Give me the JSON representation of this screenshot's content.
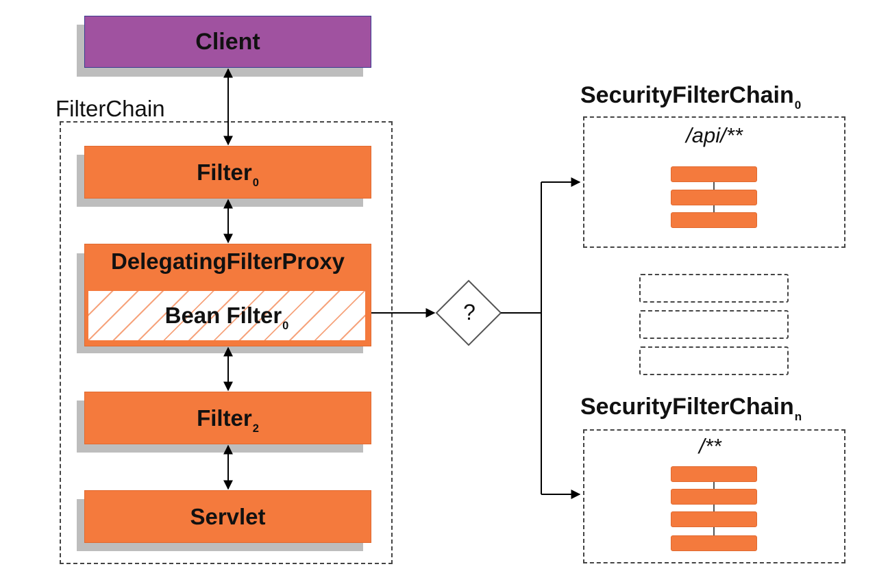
{
  "client": {
    "label": "Client"
  },
  "filter_chain": {
    "label": "FilterChain",
    "filter0": {
      "label": "Filter",
      "sub": "0"
    },
    "proxy": {
      "label": "DelegatingFilterProxy",
      "bean": {
        "label": "Bean Filter",
        "sub": "0"
      }
    },
    "filter2": {
      "label": "Filter",
      "sub": "2"
    },
    "servlet": {
      "label": "Servlet"
    }
  },
  "decision": {
    "label": "?"
  },
  "security_chain_0": {
    "title": "SecurityFilterChain",
    "sub": "0",
    "pattern": "/api/**",
    "filter_count": 3
  },
  "security_chain_n": {
    "title": "SecurityFilterChain",
    "sub": "n",
    "pattern": "/**",
    "filter_count": 4
  },
  "placeholder_chains": {
    "count": 3
  },
  "colors": {
    "orange": "#f47a3d",
    "purple": "#a052a0",
    "shadow": "#bdbdbd"
  }
}
